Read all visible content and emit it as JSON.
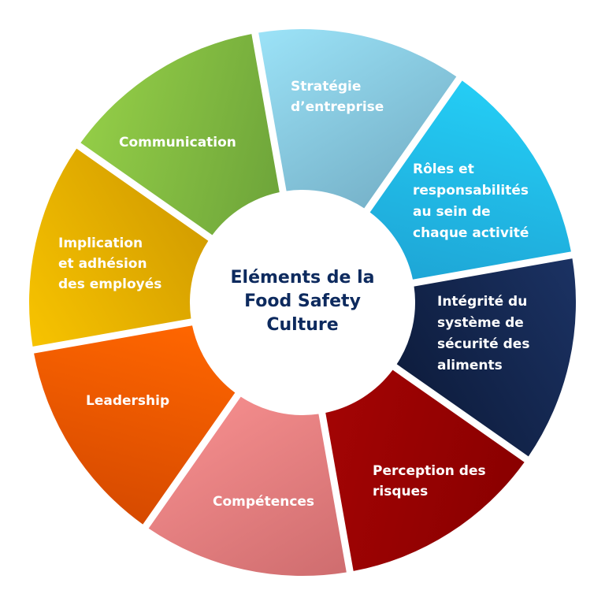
{
  "center": {
    "title": "Eléments de la\nFood Safety\nCulture",
    "color": "#0d2a5e"
  },
  "segments": [
    {
      "label": "Communication",
      "start": -55,
      "c1": "#93cd47",
      "c2": "#6ea53a"
    },
    {
      "label": "Stratégie\nd’entreprise",
      "start": -10,
      "c1": "#9be2f7",
      "c2": "#78b4cb"
    },
    {
      "label": "Rôles et\nresponsabilités\nau sein de\nchaque activité",
      "start": 35,
      "c1": "#24cdf5",
      "c2": "#1ea6d6"
    },
    {
      "label": "Intégrité du\nsystème de\nsécurité des\naliments",
      "start": 80,
      "c1": "#1b3263",
      "c2": "#0e1d3e"
    },
    {
      "label": "Perception des\nrisques",
      "start": 125,
      "c1": "#8a0000",
      "c2": "#a30404"
    },
    {
      "label": "Compétences",
      "start": 170,
      "c1": "#cf6d6f",
      "c2": "#f28b8b"
    },
    {
      "label": "Leadership",
      "start": 215,
      "c1": "#d64a00",
      "c2": "#ff6600"
    },
    {
      "label": "Implication\net adhésion\ndes employés",
      "start": 260,
      "c1": "#f7c300",
      "c2": "#d49e00"
    }
  ]
}
